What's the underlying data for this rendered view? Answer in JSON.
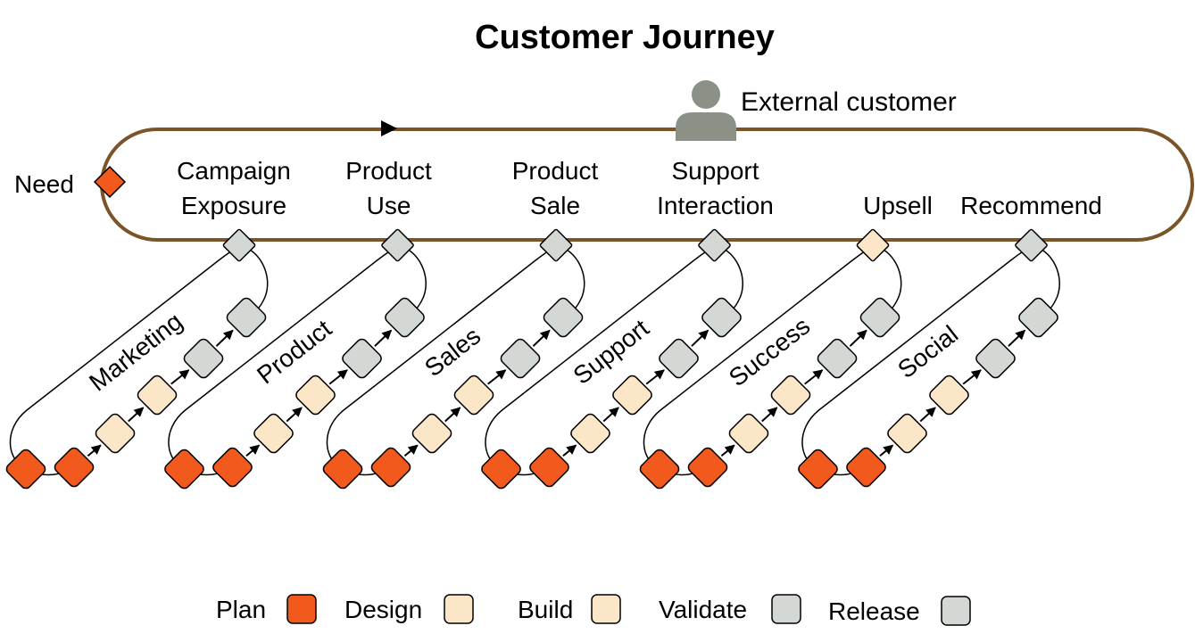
{
  "title": "Customer Journey",
  "customer": {
    "label": "External customer",
    "icon": "person-icon"
  },
  "need_label": "Need",
  "stages": [
    {
      "label_lines": [
        "Campaign",
        "Exposure"
      ],
      "loop": "Marketing",
      "stage_state": "release"
    },
    {
      "label_lines": [
        "Product",
        "Use"
      ],
      "loop": "Product",
      "stage_state": "release"
    },
    {
      "label_lines": [
        "Product",
        "Sale"
      ],
      "loop": "Sales",
      "stage_state": "release"
    },
    {
      "label_lines": [
        "Support",
        "Interaction"
      ],
      "loop": "Support",
      "stage_state": "release"
    },
    {
      "label_lines": [
        "Upsell"
      ],
      "loop": "Success",
      "stage_state": "design"
    },
    {
      "label_lines": [
        "Recommend"
      ],
      "loop": "Social",
      "stage_state": "release"
    }
  ],
  "loop_steps": [
    "plan",
    "plan",
    "design",
    "build",
    "validate",
    "release"
  ],
  "legend": [
    {
      "label": "Plan",
      "key": "plan"
    },
    {
      "label": "Design",
      "key": "design"
    },
    {
      "label": "Build",
      "key": "build"
    },
    {
      "label": "Validate",
      "key": "validate"
    },
    {
      "label": "Release",
      "key": "release"
    }
  ],
  "colors": {
    "plan": "#F15A1C",
    "design": "#FCE6C8",
    "build": "#FCE6C8",
    "validate": "#D4D8D5",
    "release": "#D4D8D5",
    "track": "#7B5428",
    "person": "#8C9187",
    "line": "#000000"
  }
}
